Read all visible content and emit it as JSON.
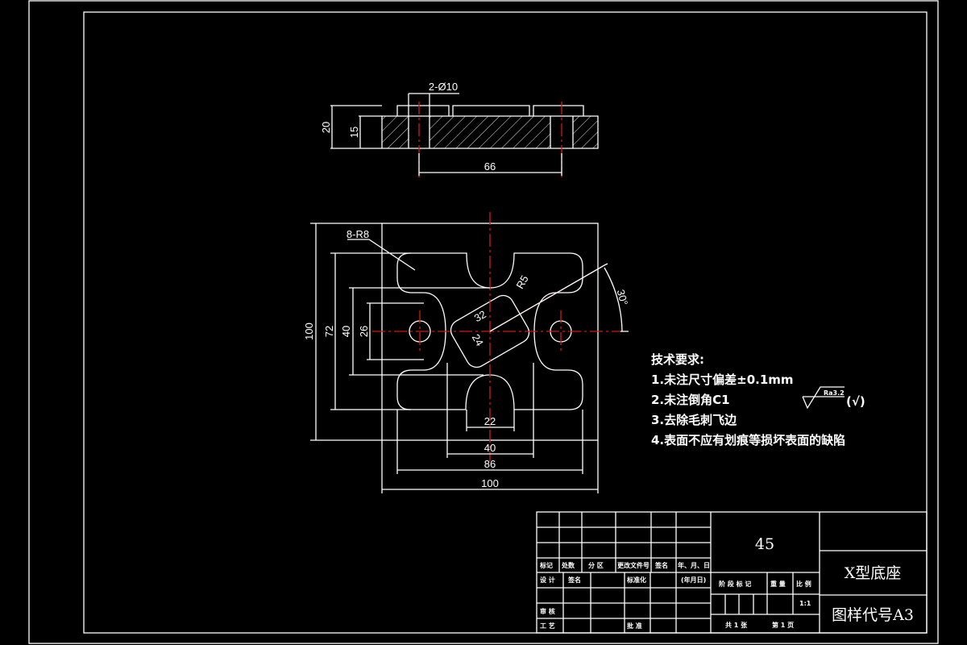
{
  "section_view": {
    "hole_label": "2-Ø10",
    "dims": {
      "total_height": "20",
      "plate_height": "15",
      "hole_spacing": "66"
    }
  },
  "plan_view": {
    "fillet_label": "8-R8",
    "dims": {
      "height": "100",
      "inner_height": "72",
      "side_width": "40",
      "side_slot": "26",
      "bottom_slot": "22",
      "center_width": "40",
      "outer_width": "86",
      "width": "100",
      "slot_length": "32",
      "slot_width": "24",
      "slot_radius": "R5",
      "angle": "30°"
    }
  },
  "requirements": {
    "title": "技术要求:",
    "items": [
      "1.未注尺寸偏差±0.1mm",
      "2.未注倒角C1",
      "3.去除毛刺飞边",
      "4.表面不应有划痕等损坏表面的缺陷"
    ],
    "roughness": "Ra3.2",
    "roughness_other": "(√)"
  },
  "title_block": {
    "material": "45",
    "part_name": "X型底座",
    "drawing_code": "图样代号A3",
    "headers": [
      "标记",
      "处数",
      "分 区",
      "更改文件号",
      "签名",
      "年、月、日"
    ],
    "design": "设 计",
    "signature": "签名",
    "standardization": "标准化",
    "date": "(年月日)",
    "review": "审 核",
    "process": "工 艺",
    "approve": "批 准",
    "stage_mark": "阶 段 标 记",
    "weight": "重 量",
    "scale_label": "比 例",
    "scale": "1:1",
    "sheets": "共 1 张",
    "sheet_no": "第 1 页"
  },
  "colors": {
    "background": "#000000",
    "lines": "#ffffff",
    "centerlines": "#d01818"
  }
}
